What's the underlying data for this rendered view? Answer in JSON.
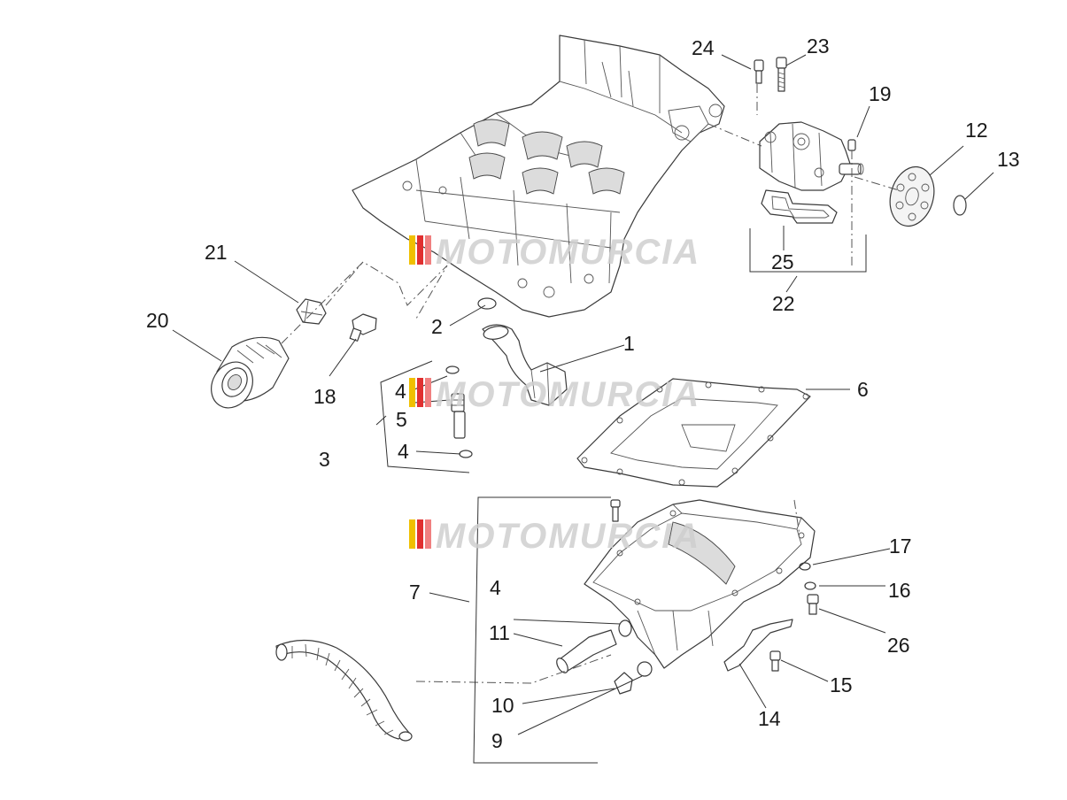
{
  "watermark": {
    "text": "MOTOMURCIA",
    "stripe_colors": [
      "#f0c000",
      "#e03030",
      "#f08080"
    ]
  },
  "callouts": [
    {
      "id": "1",
      "label": "1"
    },
    {
      "id": "2",
      "label": "2"
    },
    {
      "id": "3",
      "label": "3"
    },
    {
      "id": "4a",
      "label": "4"
    },
    {
      "id": "4b",
      "label": "4"
    },
    {
      "id": "4c",
      "label": "4"
    },
    {
      "id": "5",
      "label": "5"
    },
    {
      "id": "6",
      "label": "6"
    },
    {
      "id": "7",
      "label": "7"
    },
    {
      "id": "9",
      "label": "9"
    },
    {
      "id": "10",
      "label": "10"
    },
    {
      "id": "11",
      "label": "11"
    },
    {
      "id": "12",
      "label": "12"
    },
    {
      "id": "13",
      "label": "13"
    },
    {
      "id": "14",
      "label": "14"
    },
    {
      "id": "15",
      "label": "15"
    },
    {
      "id": "16",
      "label": "16"
    },
    {
      "id": "17",
      "label": "17"
    },
    {
      "id": "18",
      "label": "18"
    },
    {
      "id": "19",
      "label": "19"
    },
    {
      "id": "20",
      "label": "20"
    },
    {
      "id": "21",
      "label": "21"
    },
    {
      "id": "22",
      "label": "22"
    },
    {
      "id": "23",
      "label": "23"
    },
    {
      "id": "24",
      "label": "24"
    },
    {
      "id": "25",
      "label": "25"
    },
    {
      "id": "26",
      "label": "26"
    }
  ]
}
